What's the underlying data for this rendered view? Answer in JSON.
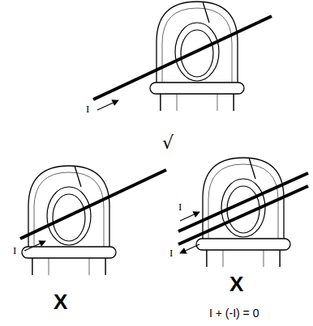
{
  "diagram": {
    "labels": [
      "I",
      "√",
      "I",
      "I",
      "I",
      "X",
      "X",
      "I + (-I) = 0"
    ]
  }
}
